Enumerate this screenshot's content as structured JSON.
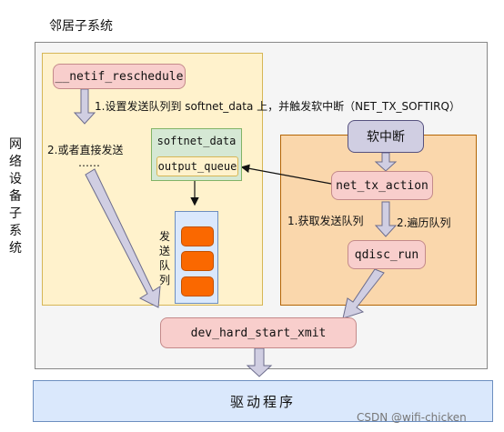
{
  "titles": {
    "neighbor_subsystem": "邻居子系统",
    "network_subsystem": "网络设备子系统"
  },
  "nodes": {
    "netif_reschedule": "__netif_reschedule",
    "softnet_data": "softnet_data",
    "output_queue": "output_queue",
    "softirq": "软中断",
    "net_tx_action": "net_tx_action",
    "qdisc_run": "qdisc_run",
    "dev_hard_start_xmit": "dev_hard_start_xmit",
    "driver": "驱动程序"
  },
  "labels": {
    "step1": "1.设置发送队列到 softnet_data 上，并触发软中断（NET_TX_SOFTIRQ）",
    "step2": "2.或者直接发送",
    "ellipsis": "……",
    "send_queue": "发送队列",
    "get_queue": "1.获取发送队列",
    "traverse_queue": "2.遍历队列"
  },
  "watermark": "CSDN @wifi-chicken",
  "colors": {
    "yellow_bg": "#fff2cc",
    "yellow_border": "#d6b656",
    "orange_bg": "#fad7ac",
    "orange_border": "#b46504",
    "green_bg": "#d5e8d4",
    "green_border": "#82b366",
    "pink_bg": "#f8cecc",
    "purple_bg": "#d0cee2",
    "blue_bg": "#dae8fc",
    "queue_item": "#fa6800"
  }
}
